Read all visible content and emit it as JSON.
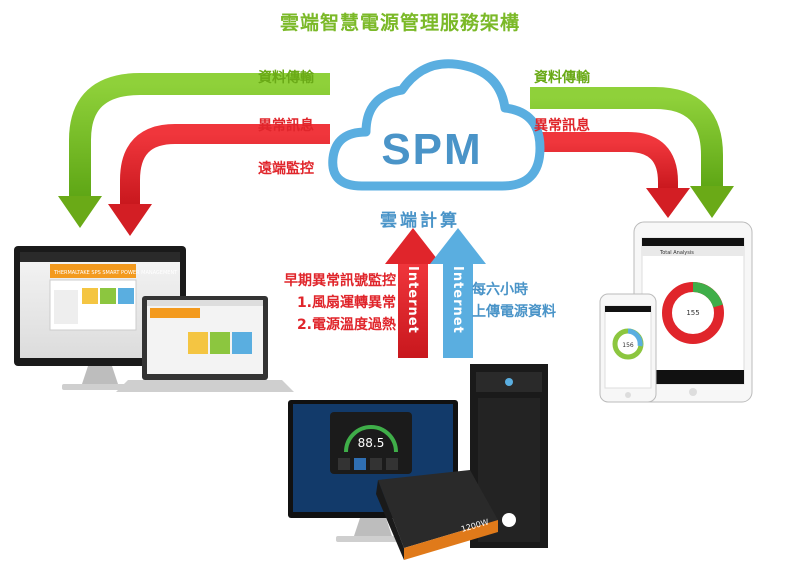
{
  "title": "雲端智慧電源管理服務架構",
  "cloud": {
    "logo": "SPM",
    "caption": "雲端計算"
  },
  "left_labels": {
    "data": "資料傳輸",
    "alert": "異常訊息",
    "monitor": "遠端監控"
  },
  "right_labels": {
    "data": "資料傳輸",
    "alert": "異常訊息"
  },
  "uplinks": {
    "red": "Internet",
    "blue": "Internet"
  },
  "left_notes": {
    "heading": "早期異常訊號監控",
    "item1": "1.風扇運轉異常",
    "item2": "2.電源溫度過熱"
  },
  "right_notes": {
    "line1": "每六小時",
    "line2": "上傳電源資料"
  },
  "devices": {
    "monitor_app_title": "THERMALTAKE SPS SMART POWER MANAGEMENT",
    "desktop_reading": "88.5",
    "psu_label": "1200W",
    "tablet_header": "Total Analysis",
    "tablet_value": "155",
    "phone_value": "156"
  },
  "colors": {
    "green": "#7bc42a",
    "red": "#e0252b",
    "blue": "#5aaee0",
    "cloud": "#4a94c8"
  }
}
